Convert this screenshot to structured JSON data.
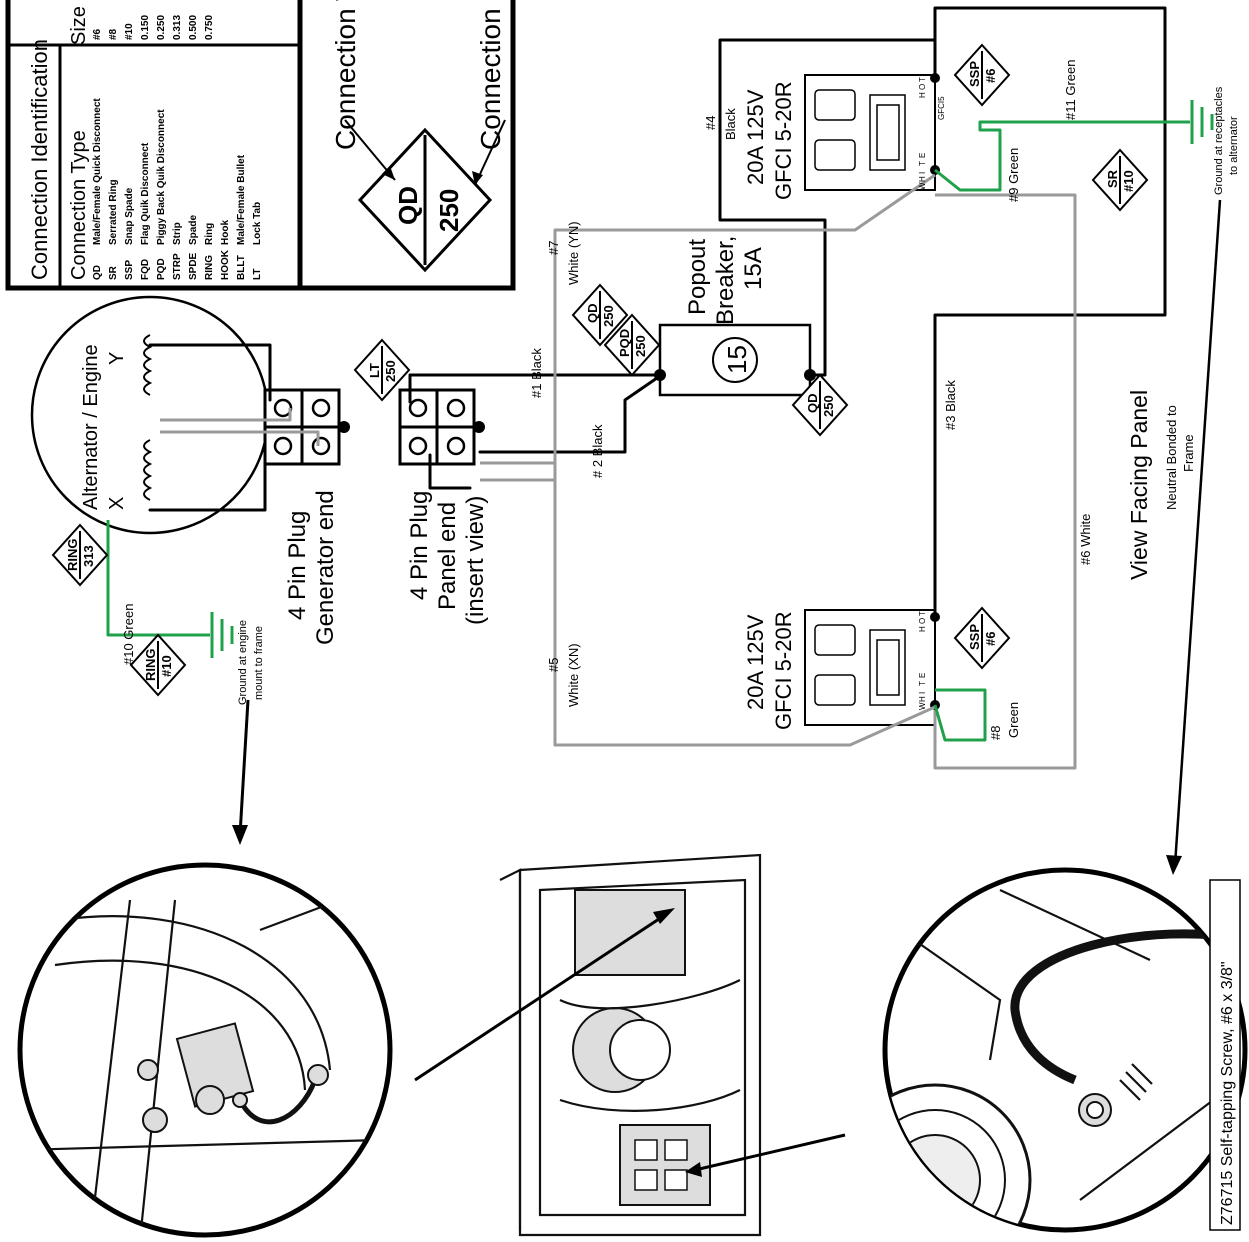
{
  "legend": {
    "title": "Connection Identification",
    "type_header": "Connection Type",
    "size_header": "Size",
    "types": [
      {
        "code": "QD",
        "desc": "Male/Female Quick Disconnect"
      },
      {
        "code": "SR",
        "desc": "Serrated Ring"
      },
      {
        "code": "SSP",
        "desc": "Snap Spade"
      },
      {
        "code": "FQD",
        "desc": "Flag Quik Disconnect"
      },
      {
        "code": "PQD",
        "desc": "Piggy Back Quik Disconnect"
      },
      {
        "code": "STRP",
        "desc": "Strip"
      },
      {
        "code": "SPDE",
        "desc": "Spade"
      },
      {
        "code": "RING",
        "desc": "Ring"
      },
      {
        "code": "HOOK",
        "desc": "Hook"
      },
      {
        "code": "BLLT",
        "desc": "Male/Female Bullet"
      },
      {
        "code": "LT",
        "desc": "Lock Tab"
      }
    ],
    "sizes": [
      "#6",
      "#8",
      "#10",
      "0.150",
      "0.250",
      "0.313",
      "0.500",
      "0.750"
    ],
    "key": {
      "type_label": "Connection Type",
      "size_label": "Connection Size",
      "example_type": "QD",
      "example_size": "250"
    }
  },
  "components": {
    "alternator": {
      "label": "Alternator / Engine",
      "x": "X",
      "y": "Y"
    },
    "plug_generator": {
      "line1": "4 Pin Plug",
      "line2": "Generator end"
    },
    "plug_panel": {
      "line1": "4 Pin Plug",
      "line2": "Panel end",
      "line3": "(insert view)"
    },
    "breaker": {
      "line1": "Popout",
      "line2": "Breaker,",
      "line3": "15A",
      "rating": "15"
    },
    "gfci_top": {
      "line1": "20A 125V",
      "line2": "GFCI 5-20R",
      "tag": "GFCI5"
    },
    "gfci_bottom": {
      "line1": "20A 125V",
      "line2": "GFCI 5-20R"
    },
    "terminal_hot": [
      "H",
      "O",
      "T"
    ],
    "terminal_white": [
      "W",
      "H",
      "I",
      "T",
      "E"
    ],
    "view_label": "View Facing Panel",
    "neutral_note_1": "Neutral Bonded to",
    "neutral_note_2": "Frame",
    "ground_engine_1": "Ground at engine",
    "ground_engine_2": "mount to frame",
    "ground_recept_1": "Ground at receptacles",
    "ground_recept_2": "to alternator",
    "screw_label": "Z76715 Self-tapping Screw, #6 x 3/8\""
  },
  "wires": {
    "w1": "#1 Black",
    "w2": "# 2 Black",
    "w3": "#3 Black",
    "w4_num": "#4",
    "w4_color": "Black",
    "w5_num": "#5",
    "w5_color": "White (XN)",
    "w6": "#6 White",
    "w7_num": "#7",
    "w7_color": "White (YN)",
    "w8_num": "#8",
    "w8_color": "Green",
    "w9": "#9 Green",
    "w10": "#10 Green",
    "w11": "#11 Green"
  },
  "tags": {
    "ring313": {
      "type": "RING",
      "size": "313"
    },
    "ring10": {
      "type": "RING",
      "size": "#10"
    },
    "lt250": {
      "type": "LT",
      "size": "250"
    },
    "qd250_top": {
      "type": "QD",
      "size": "250"
    },
    "pqd250": {
      "type": "PQD",
      "size": "250"
    },
    "qd250_right": {
      "type": "QD",
      "size": "250"
    },
    "ssp6_top": {
      "type": "SSP",
      "size": "#6"
    },
    "ssp6_bottom": {
      "type": "SSP",
      "size": "#6"
    },
    "sr10": {
      "type": "SR",
      "size": "#10"
    }
  }
}
